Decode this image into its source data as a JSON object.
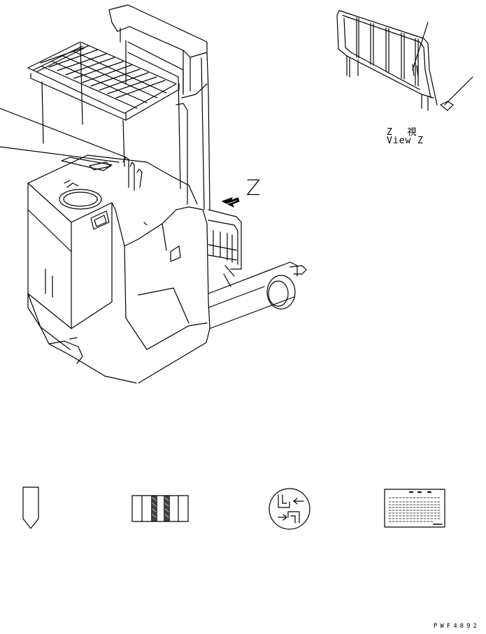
{
  "view_label": {
    "title": "Z  視",
    "subtitle": "View Z"
  },
  "arrow_label": "Z",
  "drawing_code": "PWF4892",
  "decals": [
    {
      "name": "pennant-decal"
    },
    {
      "name": "striped-band-decal"
    },
    {
      "name": "fork-direction-round-decal"
    },
    {
      "name": "instruction-plate-decal"
    }
  ],
  "colors": {
    "line": "#000000",
    "background": "#ffffff"
  }
}
